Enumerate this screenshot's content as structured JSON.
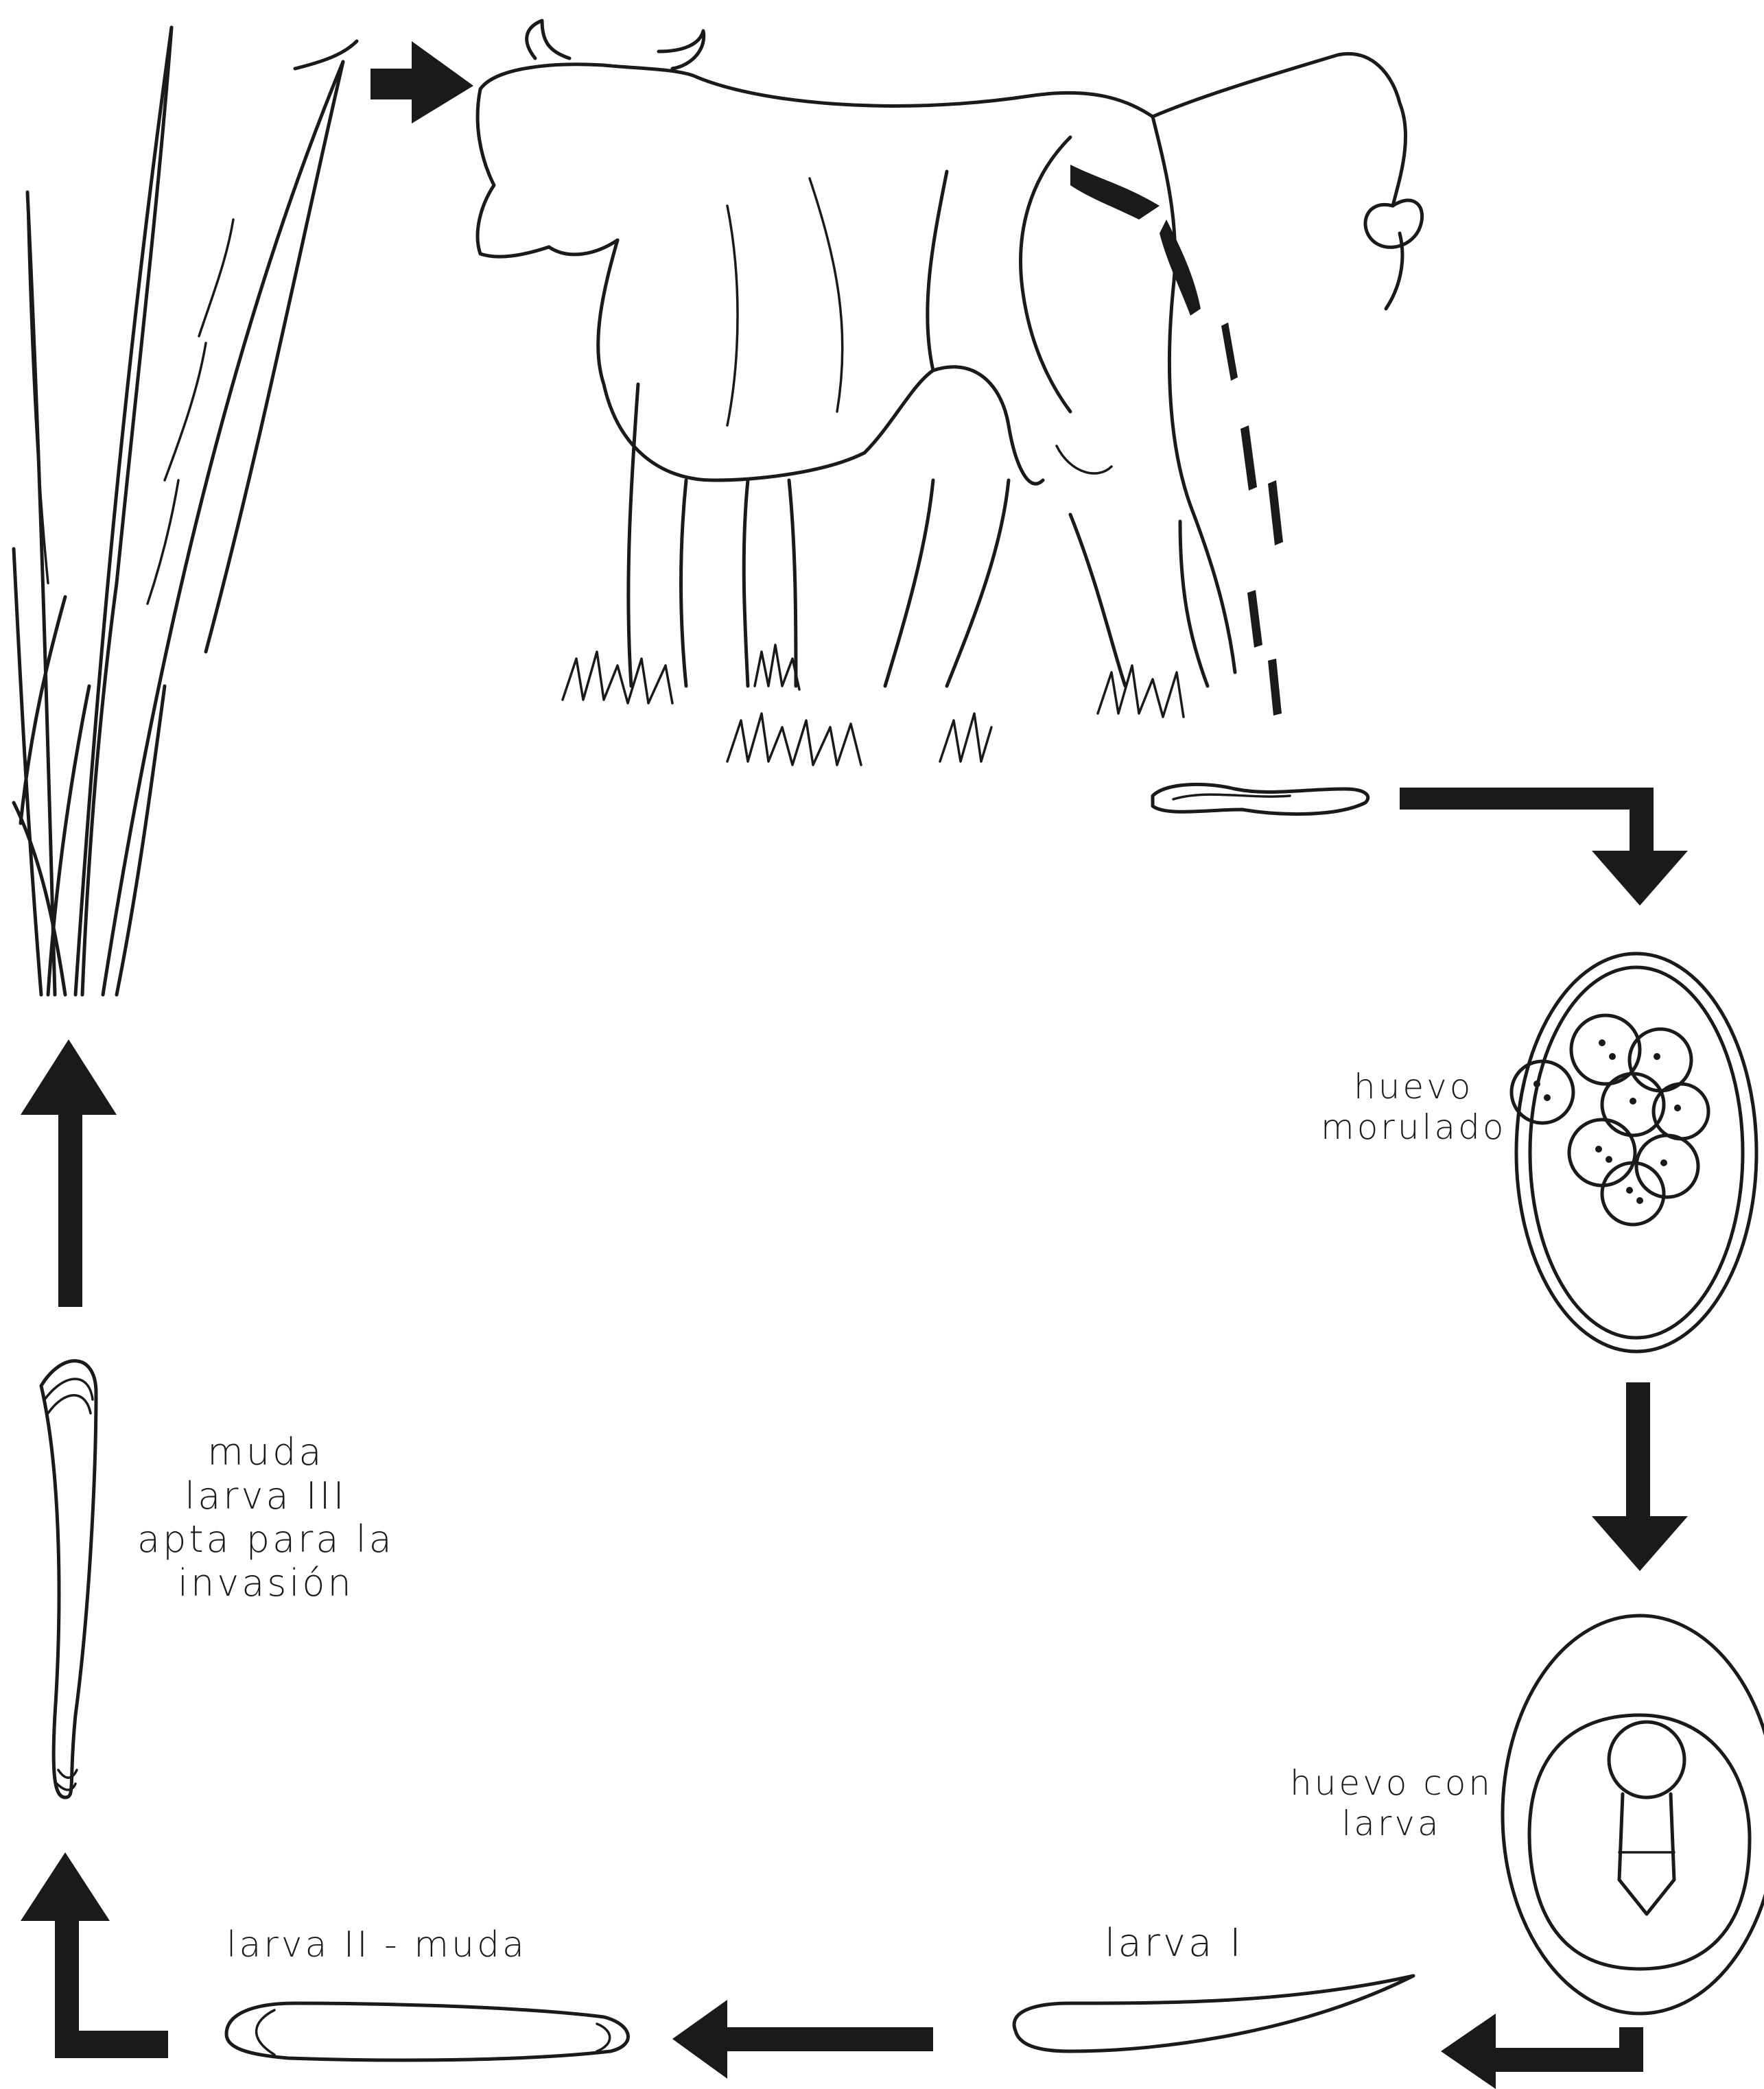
{
  "labels": {
    "egg_morulated": [
      "huevo",
      "morulado"
    ],
    "egg_with_larva": [
      "huevo con",
      "larva"
    ],
    "larva_1": "larva I",
    "larva_2": "larva II - muda",
    "larva_3": [
      "muda",
      "larva III",
      "apta para la",
      "invasión"
    ]
  },
  "colors": {
    "ink": "#1a1a1a",
    "background": "#ffffff"
  },
  "icons": [
    "grass-icon",
    "cow-icon",
    "dung-icon",
    "egg-icon",
    "larva-icon",
    "arrow-icon"
  ]
}
